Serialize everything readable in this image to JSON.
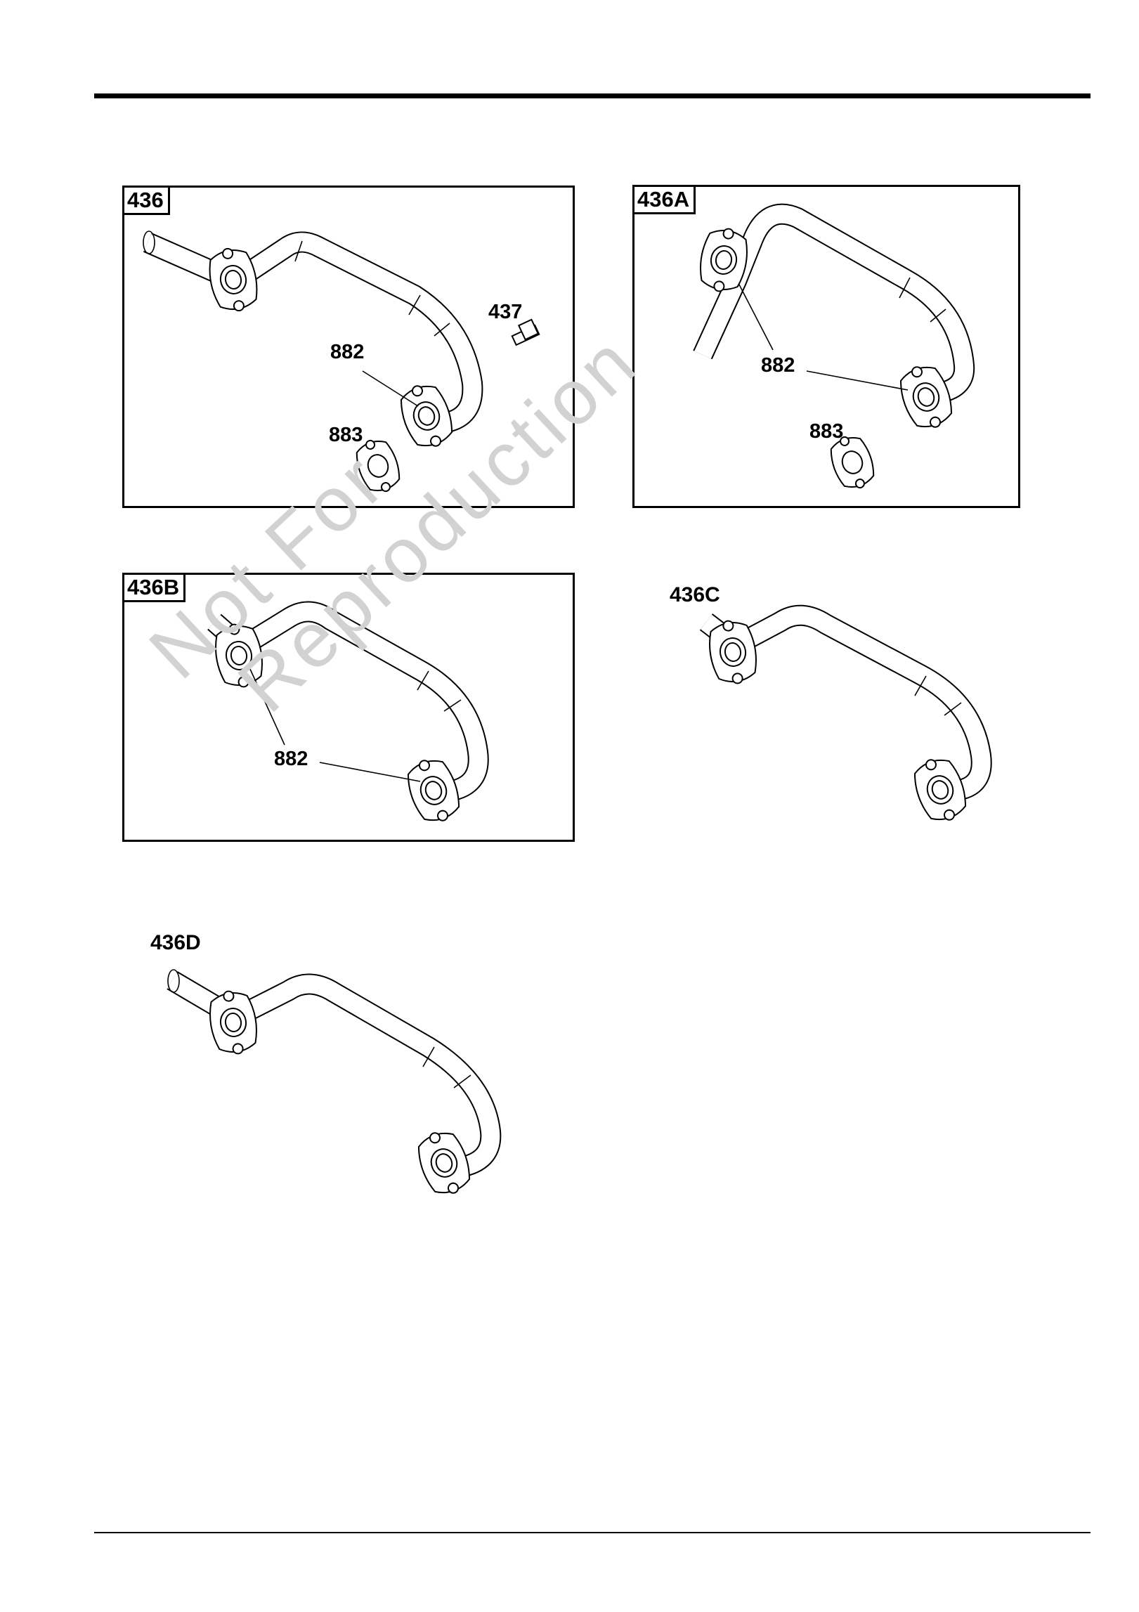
{
  "figures": {
    "f436": {
      "tag": "436",
      "callouts": {
        "a": "437",
        "b": "882",
        "c": "883"
      }
    },
    "f436a": {
      "tag": "436A",
      "callouts": {
        "b": "882",
        "c": "883"
      }
    },
    "f436b": {
      "tag": "436B",
      "callouts": {
        "b": "882"
      }
    },
    "f436c": {
      "tag": "436C"
    },
    "f436d": {
      "tag": "436D"
    }
  },
  "watermark": {
    "line1": "Not For",
    "line2": "Reproduction"
  }
}
